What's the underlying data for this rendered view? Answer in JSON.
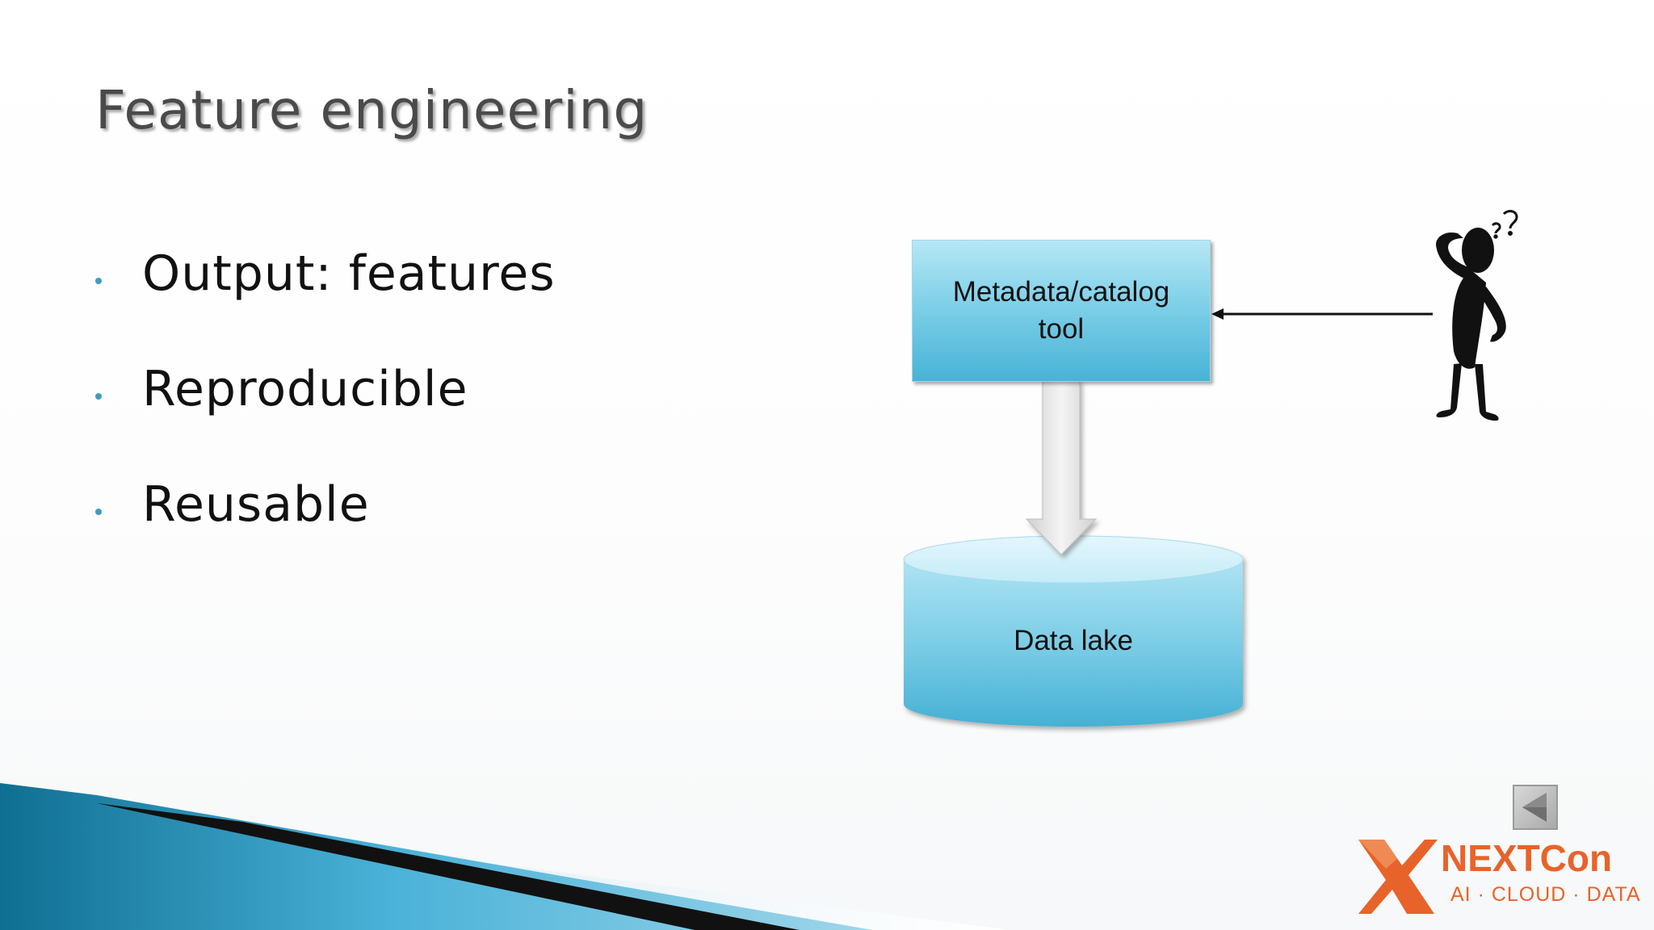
{
  "slide": {
    "title": "Feature engineering",
    "bullets": [
      "Output: features",
      "Reproducible",
      "Reusable"
    ]
  },
  "diagram": {
    "catalog_box": {
      "line1": "Metadata/catalog",
      "line2": "tool"
    },
    "data_lake_label": "Data lake",
    "person_icon": "confused-person-icon",
    "colors": {
      "box_top": "#b6e7f5",
      "box_bottom": "#48b3d6",
      "arrow": "#d9d9d9"
    }
  },
  "footer": {
    "nav_icon": "back-triangle-icon",
    "logo": {
      "name": "NEXTCon",
      "tagline": "AI · CLOUD · DATA",
      "color": "#e8632a"
    }
  }
}
